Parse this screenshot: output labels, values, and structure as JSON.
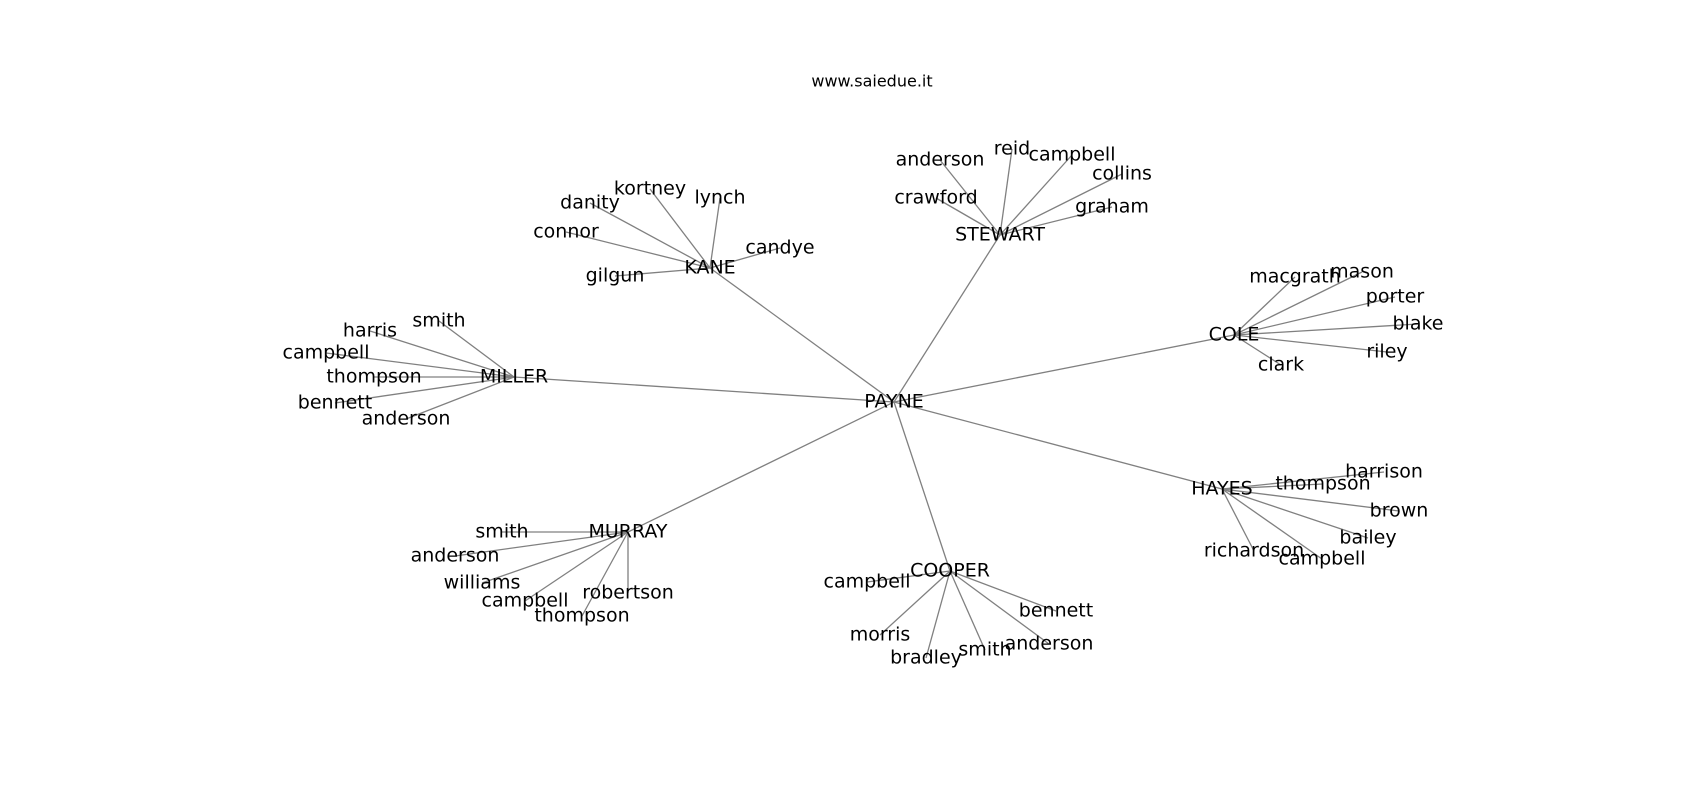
{
  "title": "www.saiedue.it",
  "graph": {
    "root": "PAYNE",
    "clusters": [
      {
        "hub": "KANE",
        "leaves": [
          "danity",
          "kortney",
          "lynch",
          "connor",
          "candye",
          "gilgun"
        ]
      },
      {
        "hub": "STEWART",
        "leaves": [
          "anderson",
          "reid",
          "campbell",
          "collins",
          "crawford",
          "graham"
        ]
      },
      {
        "hub": "COLE",
        "leaves": [
          "macgrath",
          "mason",
          "porter",
          "blake",
          "riley",
          "clark"
        ]
      },
      {
        "hub": "MILLER",
        "leaves": [
          "smith",
          "harris",
          "campbell",
          "thompson",
          "bennett",
          "anderson"
        ]
      },
      {
        "hub": "HAYES",
        "leaves": [
          "harrison",
          "thompson",
          "brown",
          "bailey",
          "campbell",
          "richardson"
        ]
      },
      {
        "hub": "MURRAY",
        "leaves": [
          "smith",
          "anderson",
          "williams",
          "campbell",
          "robertson",
          "thompson"
        ]
      },
      {
        "hub": "COOPER",
        "leaves": [
          "campbell",
          "bennett",
          "morris",
          "bradley",
          "smith",
          "anderson"
        ]
      }
    ]
  }
}
